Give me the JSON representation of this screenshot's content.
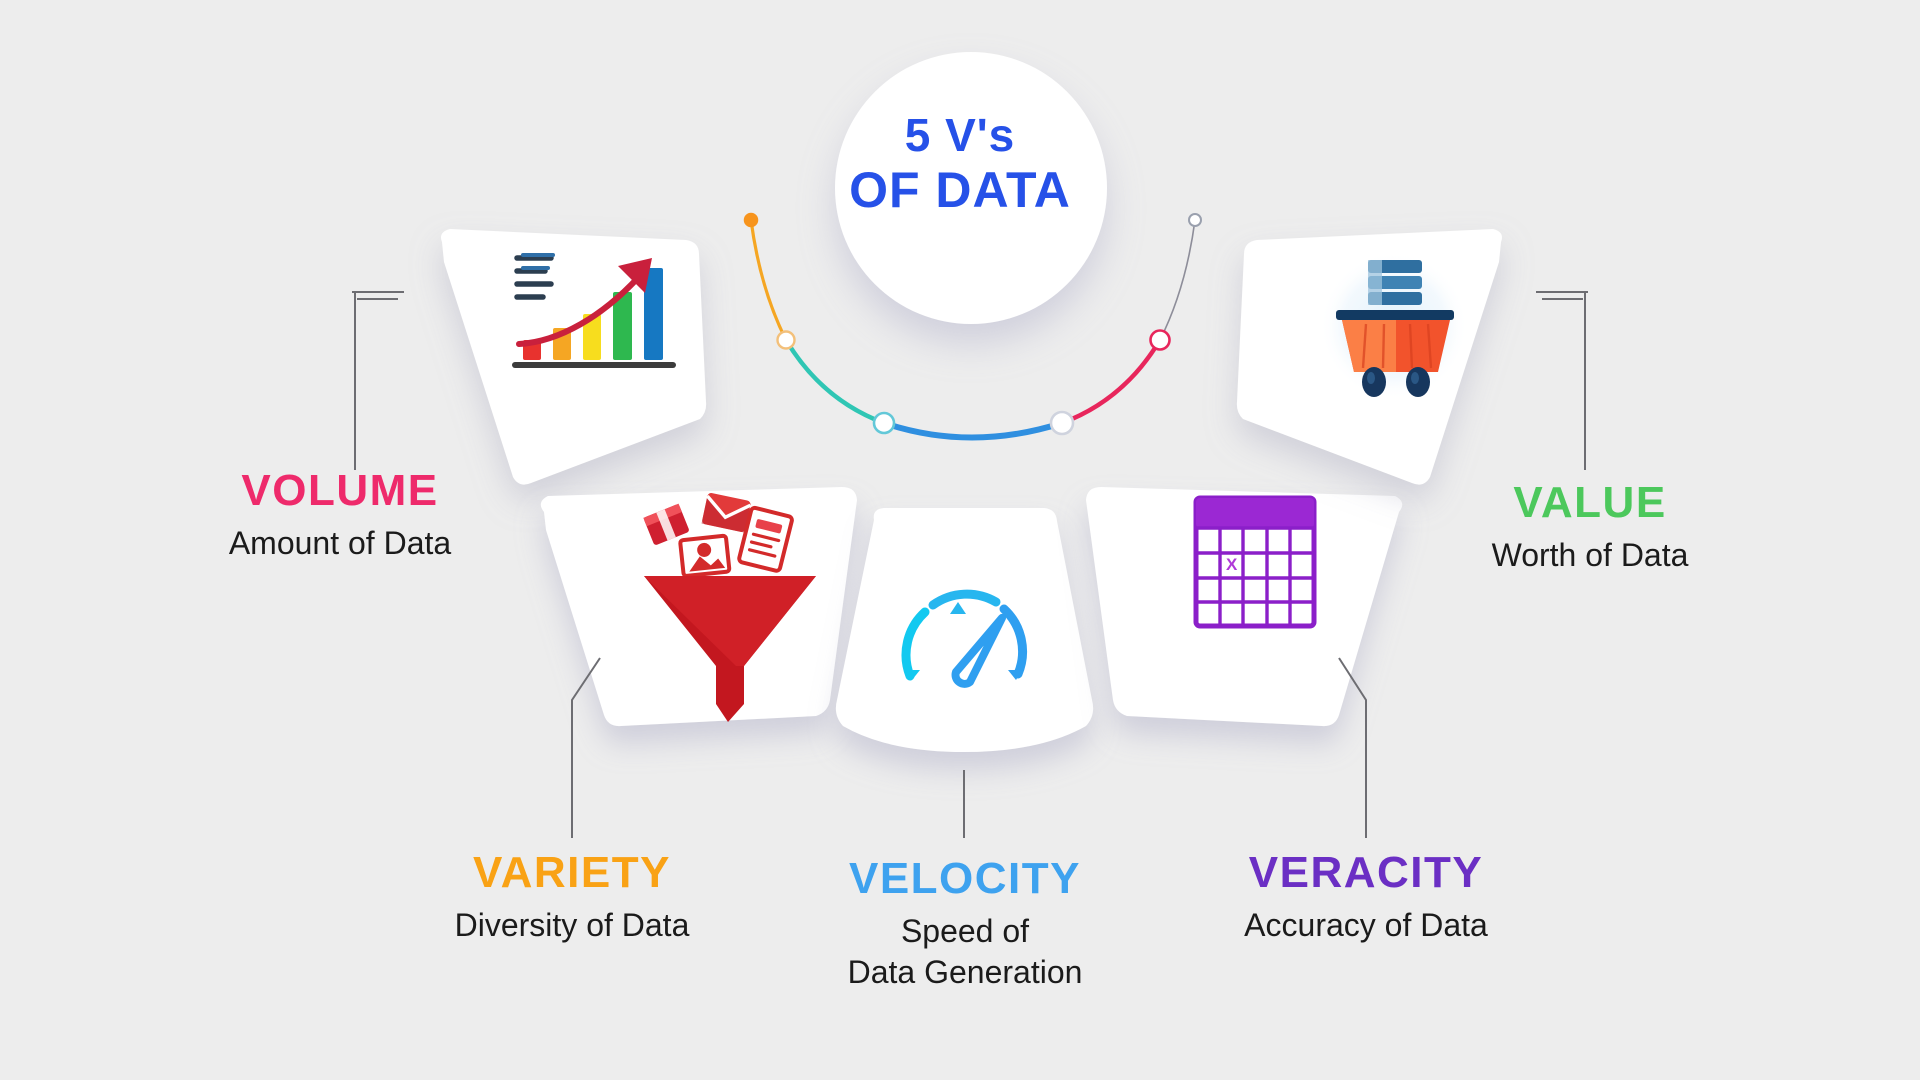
{
  "background_color": "#ededed",
  "center": {
    "line1": "5 V's",
    "line2": "OF DATA",
    "color": "#2651e8"
  },
  "items": [
    {
      "id": "volume",
      "title": "VOLUME",
      "subtitle": "Amount of Data",
      "color": "#ee2a6b",
      "icon": "growth-bar-chart-icon"
    },
    {
      "id": "variety",
      "title": "VARIETY",
      "subtitle": "Diversity of Data",
      "color": "#f9a215",
      "icon": "funnel-documents-icon"
    },
    {
      "id": "velocity",
      "title": "VELOCITY",
      "subtitle_line1": "Speed of",
      "subtitle_line2": "Data Generation",
      "subtitle": "Speed of Data Generation",
      "color": "#3ea2ef",
      "icon": "speedometer-icon"
    },
    {
      "id": "veracity",
      "title": "VERACITY",
      "subtitle": "Accuracy of Data",
      "color": "#6b2fc4",
      "icon": "calendar-grid-icon"
    },
    {
      "id": "value",
      "title": "VALUE",
      "subtitle": "Worth of Data",
      "color": "#4cc85c",
      "icon": "data-mining-cart-icon"
    }
  ],
  "decor_arc": {
    "segment_colors": [
      "#f5a623",
      "#2fc6b4",
      "#2f8fe0",
      "#e8265c"
    ],
    "node_fill": "#ffffff"
  },
  "palette": {
    "petal_fill": "#ffffff",
    "connector_line": "#6d6d72",
    "subtitle_text": "#1b1b1b"
  }
}
